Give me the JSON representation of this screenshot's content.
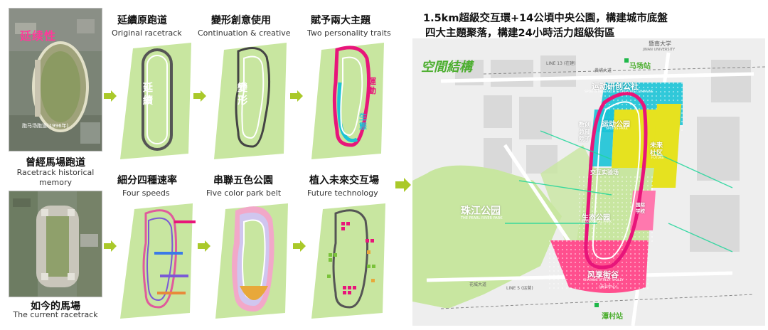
{
  "left": {
    "top_photo": {
      "overlay_title": "延续性",
      "overlay_sub": "跑马场跑道(1996年)",
      "caption_zh": "曾經馬場跑道",
      "caption_en": "Racetrack historical memory"
    },
    "bottom_photo": {
      "caption_zh": "如今的馬場",
      "caption_en": "The current racetrack"
    }
  },
  "steps": [
    {
      "zh": "延續原跑道",
      "en": "Original racetrack",
      "mark": "延續"
    },
    {
      "zh": "變形創意使用",
      "en": "Continuation & creative",
      "mark": "變形"
    },
    {
      "zh": "賦予兩大主題",
      "en": "Two personality traits",
      "mark_a": "運動",
      "mark_b": "生態"
    },
    {
      "zh": "細分四種速率",
      "en": "Four speeds"
    },
    {
      "zh": "串聯五色公園",
      "en": "Five color park belt"
    },
    {
      "zh": "植入未來交互場",
      "en": "Future technology"
    }
  ],
  "map": {
    "title_line1": "1.5km超級交互環+14公頃中央公園，構建城市底盤",
    "title_line2": "四大主題聚落，構建24小時活力超級街區",
    "section_title": "空間結構",
    "zones": {
      "lab": "运动研创公社",
      "lab_en": "SPORTS RESEARCH & CREATIVE COMMUNE",
      "sports": "运动公园",
      "sports_en": "SPORTS PARK",
      "future_a": "未来",
      "future_b": "社区",
      "future_en": "FUTURE",
      "digital_a": "数创",
      "digital_b": "总部",
      "digital_c": "院子",
      "interact": "交互实验场",
      "eco": "生态公园",
      "eco_en": "ECOLOGICAL PARK",
      "school_a": "国际",
      "school_b": "学校",
      "street": "风享街谷",
      "street_en": "SHARING STREET VALLEY",
      "street_sub": "(商业中心)",
      "pearl": "珠江公园",
      "pearl_en": "THE PEARL RIVER PARK"
    },
    "stations": {
      "north": "马场站",
      "south": "潭村站"
    },
    "landmark": "暨南大学",
    "landmark_en": "JINAN UNIVERSITY",
    "roads": {
      "line13": "LINE 13 (在建)",
      "line5": "LINE 5 (运营)",
      "huangpu": "黄埔大道",
      "huacheng": "花城大道"
    }
  },
  "colors": {
    "park_green": "#c8e6a0",
    "track_pink": "#e8157a",
    "cyan": "#1bc3d6",
    "yellow": "#e6e21f",
    "arrow_green": "#aac92a",
    "title_green": "#4cae2f"
  }
}
